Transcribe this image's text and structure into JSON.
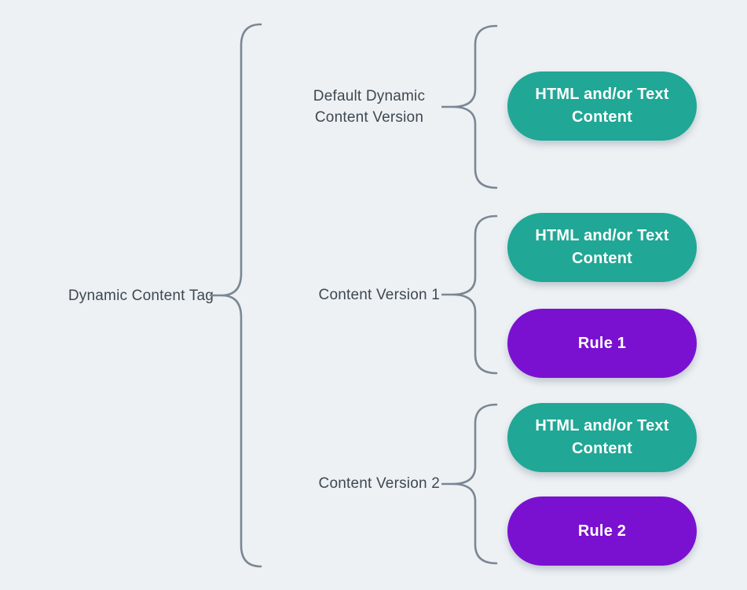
{
  "page": {
    "background_color": "#edf1f4"
  },
  "colors": {
    "content_pill": "#20a795",
    "rule_pill": "#7a11d0",
    "pill_text": "#ffffff",
    "label_text": "#3e4851",
    "brace_stroke": "#7b8794"
  },
  "diagram": {
    "root": {
      "label": "Dynamic Content Tag"
    },
    "branches": [
      {
        "label": "Default Dynamic Content Version",
        "children": [
          {
            "label": "HTML and/or Text Content",
            "type": "content"
          }
        ]
      },
      {
        "label": "Content Version 1",
        "children": [
          {
            "label": "HTML and/or Text Content",
            "type": "content"
          },
          {
            "label": "Rule 1",
            "type": "rule"
          }
        ]
      },
      {
        "label": "Content Version 2",
        "children": [
          {
            "label": "HTML and/or Text Content",
            "type": "content"
          },
          {
            "label": "Rule 2",
            "type": "rule"
          }
        ]
      }
    ]
  }
}
